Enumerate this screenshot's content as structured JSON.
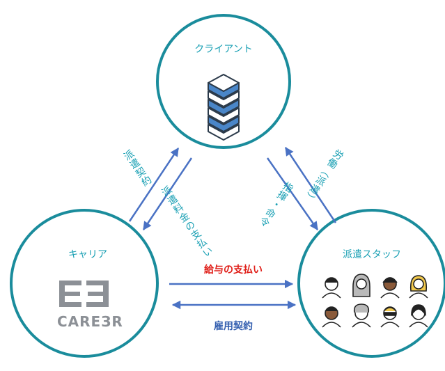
{
  "colors": {
    "circle_border": "#1a8c9c",
    "arrow": "#4a72c4",
    "label_teal": "#1aa0b4",
    "label_red": "#e0201a",
    "label_blue": "#3560b0",
    "server_blue": "#4a86c8",
    "server_dark": "#2b3a4a",
    "logo_gray": "#8c9096"
  },
  "nodes": {
    "client": {
      "label": "クライアント",
      "icon": "server-stack-icon"
    },
    "career": {
      "label": "キャリア",
      "logo_text": "CAREЗR",
      "icon": "e3-logo"
    },
    "staff": {
      "label": "派遣スタッフ",
      "icon": "people-faces-icon"
    }
  },
  "edges": {
    "dispatch_contract": "派遣契約",
    "dispatch_fee": "派遣料金の支払い",
    "instruction": "指揮・命令",
    "labor": "労働（派遣）",
    "salary": "給与の支払い",
    "employment": "雇用契約"
  }
}
